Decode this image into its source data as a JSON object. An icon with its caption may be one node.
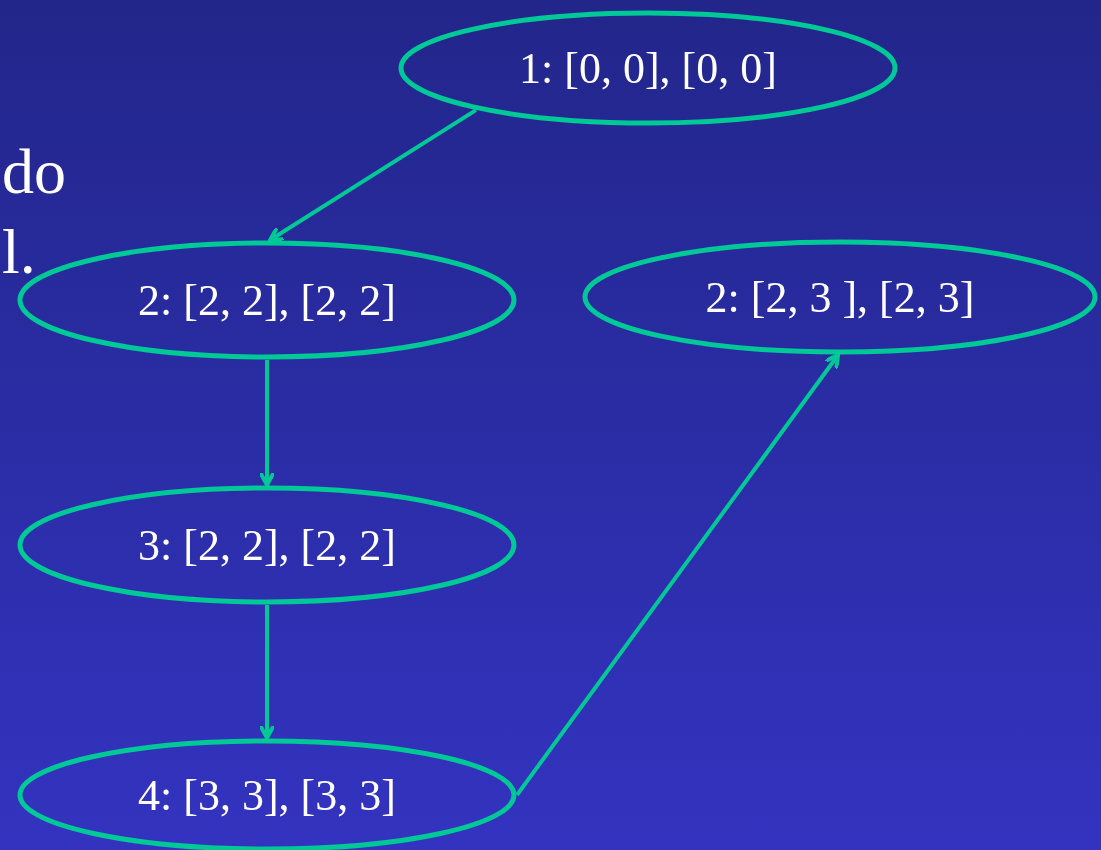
{
  "diagram": {
    "nodes": [
      {
        "text": [
          "1: [0, 0], [0, 0]"
        ]
      },
      {
        "text": [
          "2: [2, 2], [2, 2]"
        ]
      },
      {
        "text": [
          "2: [2, 3 ], [2, 3]"
        ]
      },
      {
        "text": [
          "3: [2, 2], [2, 2]"
        ]
      },
      {
        "text": [
          "4: [3, 3], [3, 3]"
        ]
      }
    ],
    "edges": [
      {
        "from": 0,
        "to": 1,
        "arrow": "to"
      },
      {
        "from": 1,
        "to": 3,
        "arrow": "to"
      },
      {
        "from": 3,
        "to": 4,
        "arrow": "to"
      },
      {
        "from": 4,
        "to": 2,
        "arrow": "to"
      }
    ],
    "labels": [
      "do",
      "l."
    ]
  }
}
